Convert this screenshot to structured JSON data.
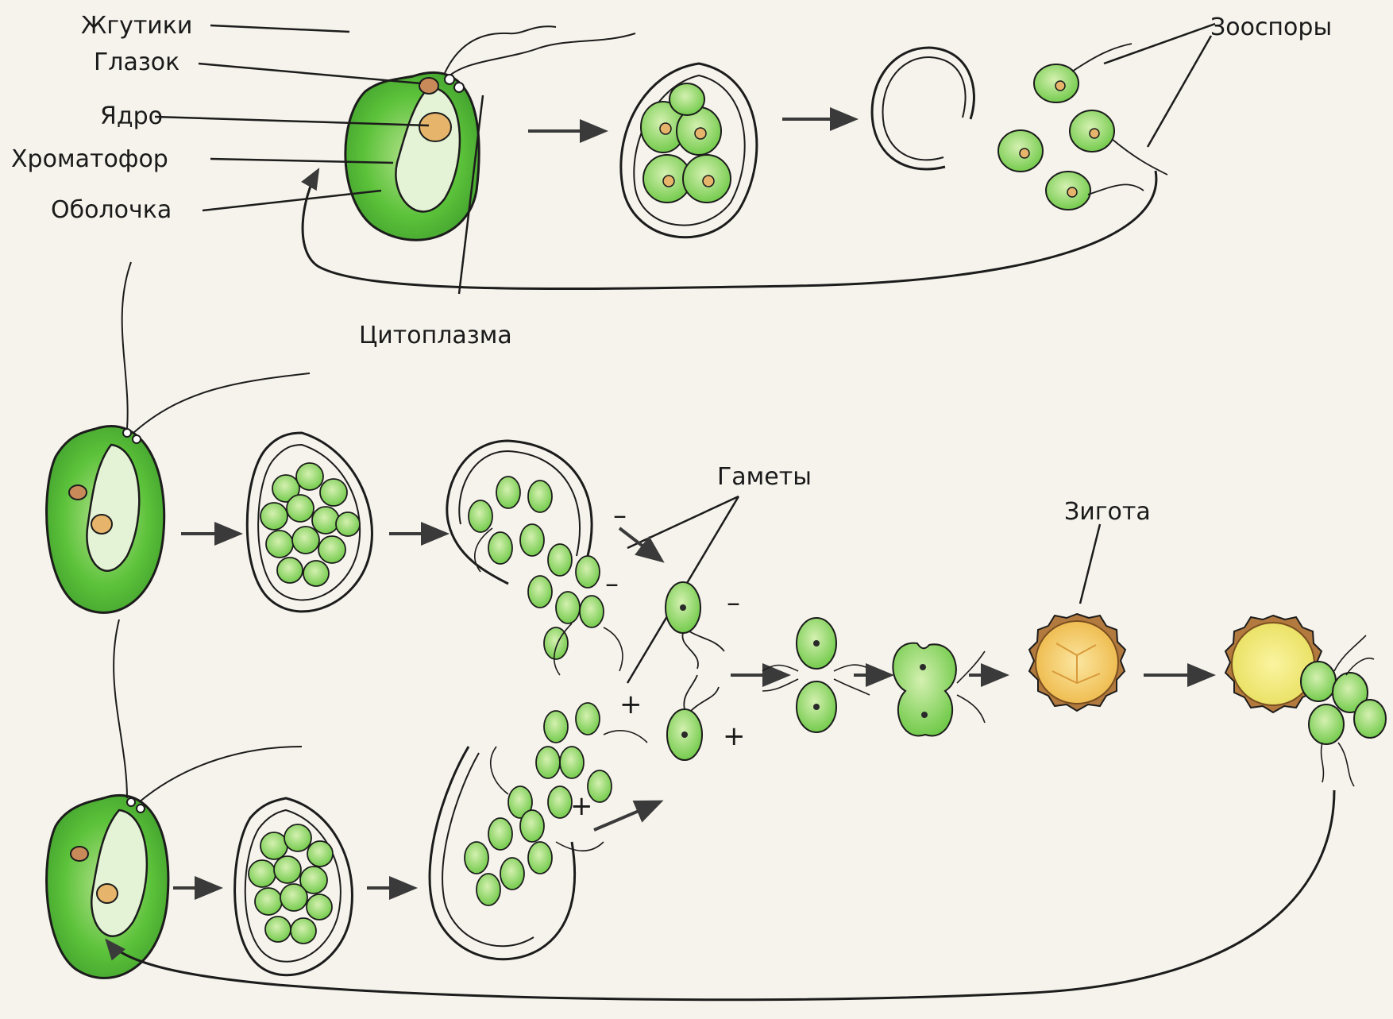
{
  "labels": {
    "flagella": "Жгутики",
    "eyespot": "Глазок",
    "nucleus": "Ядро",
    "chromatophore": "Хроматофор",
    "shell": "Оболочка",
    "cytoplasm": "Цитоплазма",
    "zoospores": "Зооспоры",
    "gametes": "Гаметы",
    "zygote": "Зигота"
  },
  "signs": {
    "minus": "–",
    "plus": "+"
  },
  "colors": {
    "cell_green": "#5cc23a",
    "cell_light": "#c8e8a8",
    "nucleus": "#e6b46a",
    "eyespot": "#c98a5a",
    "zygote_wall": "#b27a3e",
    "zygote_fill": "#f3c25a",
    "line": "#1c1c1c",
    "background": "#f6f3ec"
  }
}
